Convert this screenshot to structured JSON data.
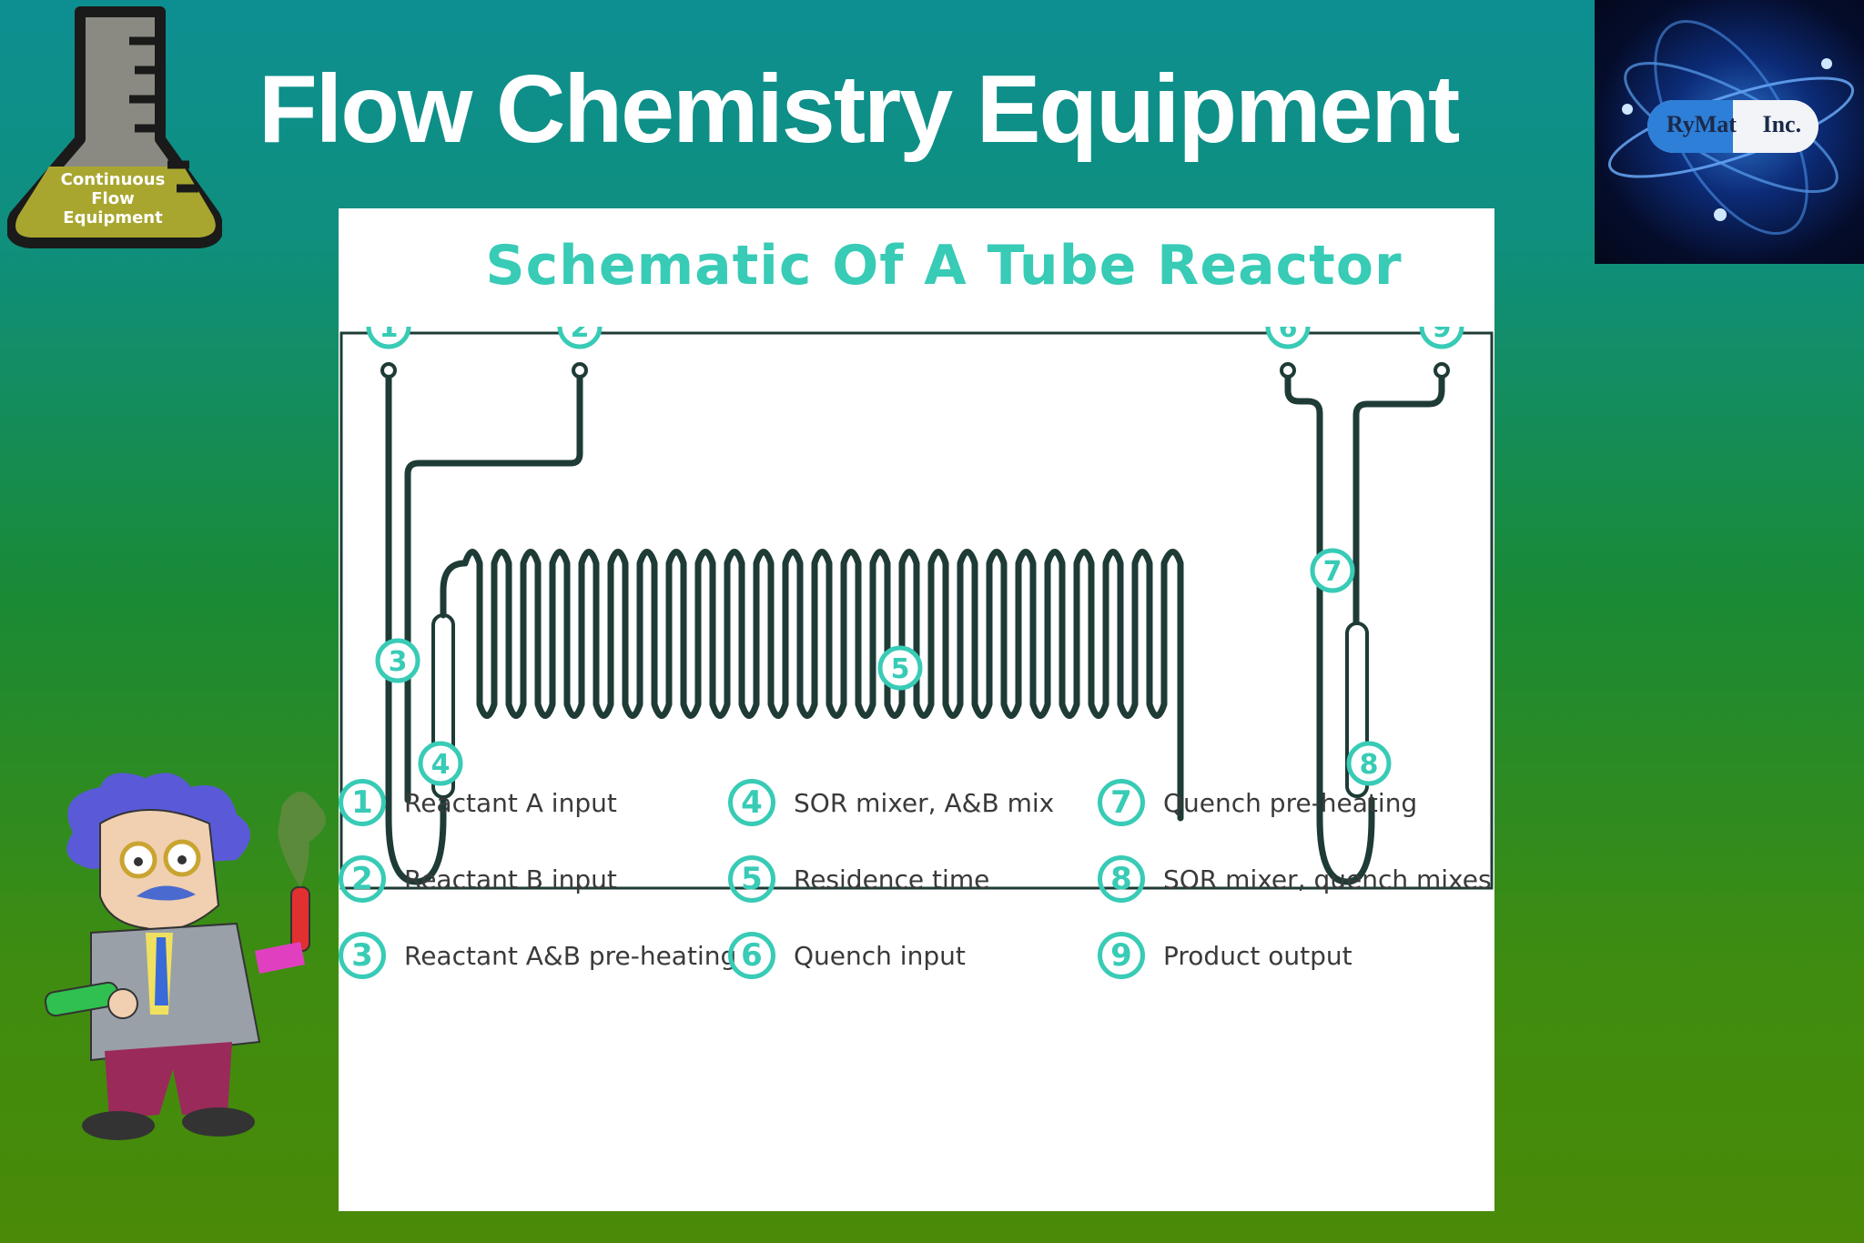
{
  "slide": {
    "title": "Flow Chemistry Equipment"
  },
  "flask": {
    "label_lines": [
      "Continuous",
      "Flow",
      "Equipment"
    ]
  },
  "logo": {
    "text": "RyMat Inc."
  },
  "schematic": {
    "title": "Schematic Of A Tube Reactor",
    "markers": [
      "1",
      "2",
      "3",
      "4",
      "5",
      "6",
      "7",
      "8",
      "9"
    ],
    "colors": {
      "accent": "#38cbb6",
      "tube": "#1e3b36"
    }
  },
  "legend": [
    {
      "num": "1",
      "text": "Reactant A input"
    },
    {
      "num": "2",
      "text": "Reactant B input"
    },
    {
      "num": "3",
      "text": "Reactant A&B pre-heating"
    },
    {
      "num": "4",
      "text": "SOR mixer, A&B mix"
    },
    {
      "num": "5",
      "text": "Residence time"
    },
    {
      "num": "6",
      "text": "Quench input"
    },
    {
      "num": "7",
      "text": "Quench pre-heating"
    },
    {
      "num": "8",
      "text": "SOR mixer, quench mixes"
    },
    {
      "num": "9",
      "text": "Product output"
    }
  ]
}
